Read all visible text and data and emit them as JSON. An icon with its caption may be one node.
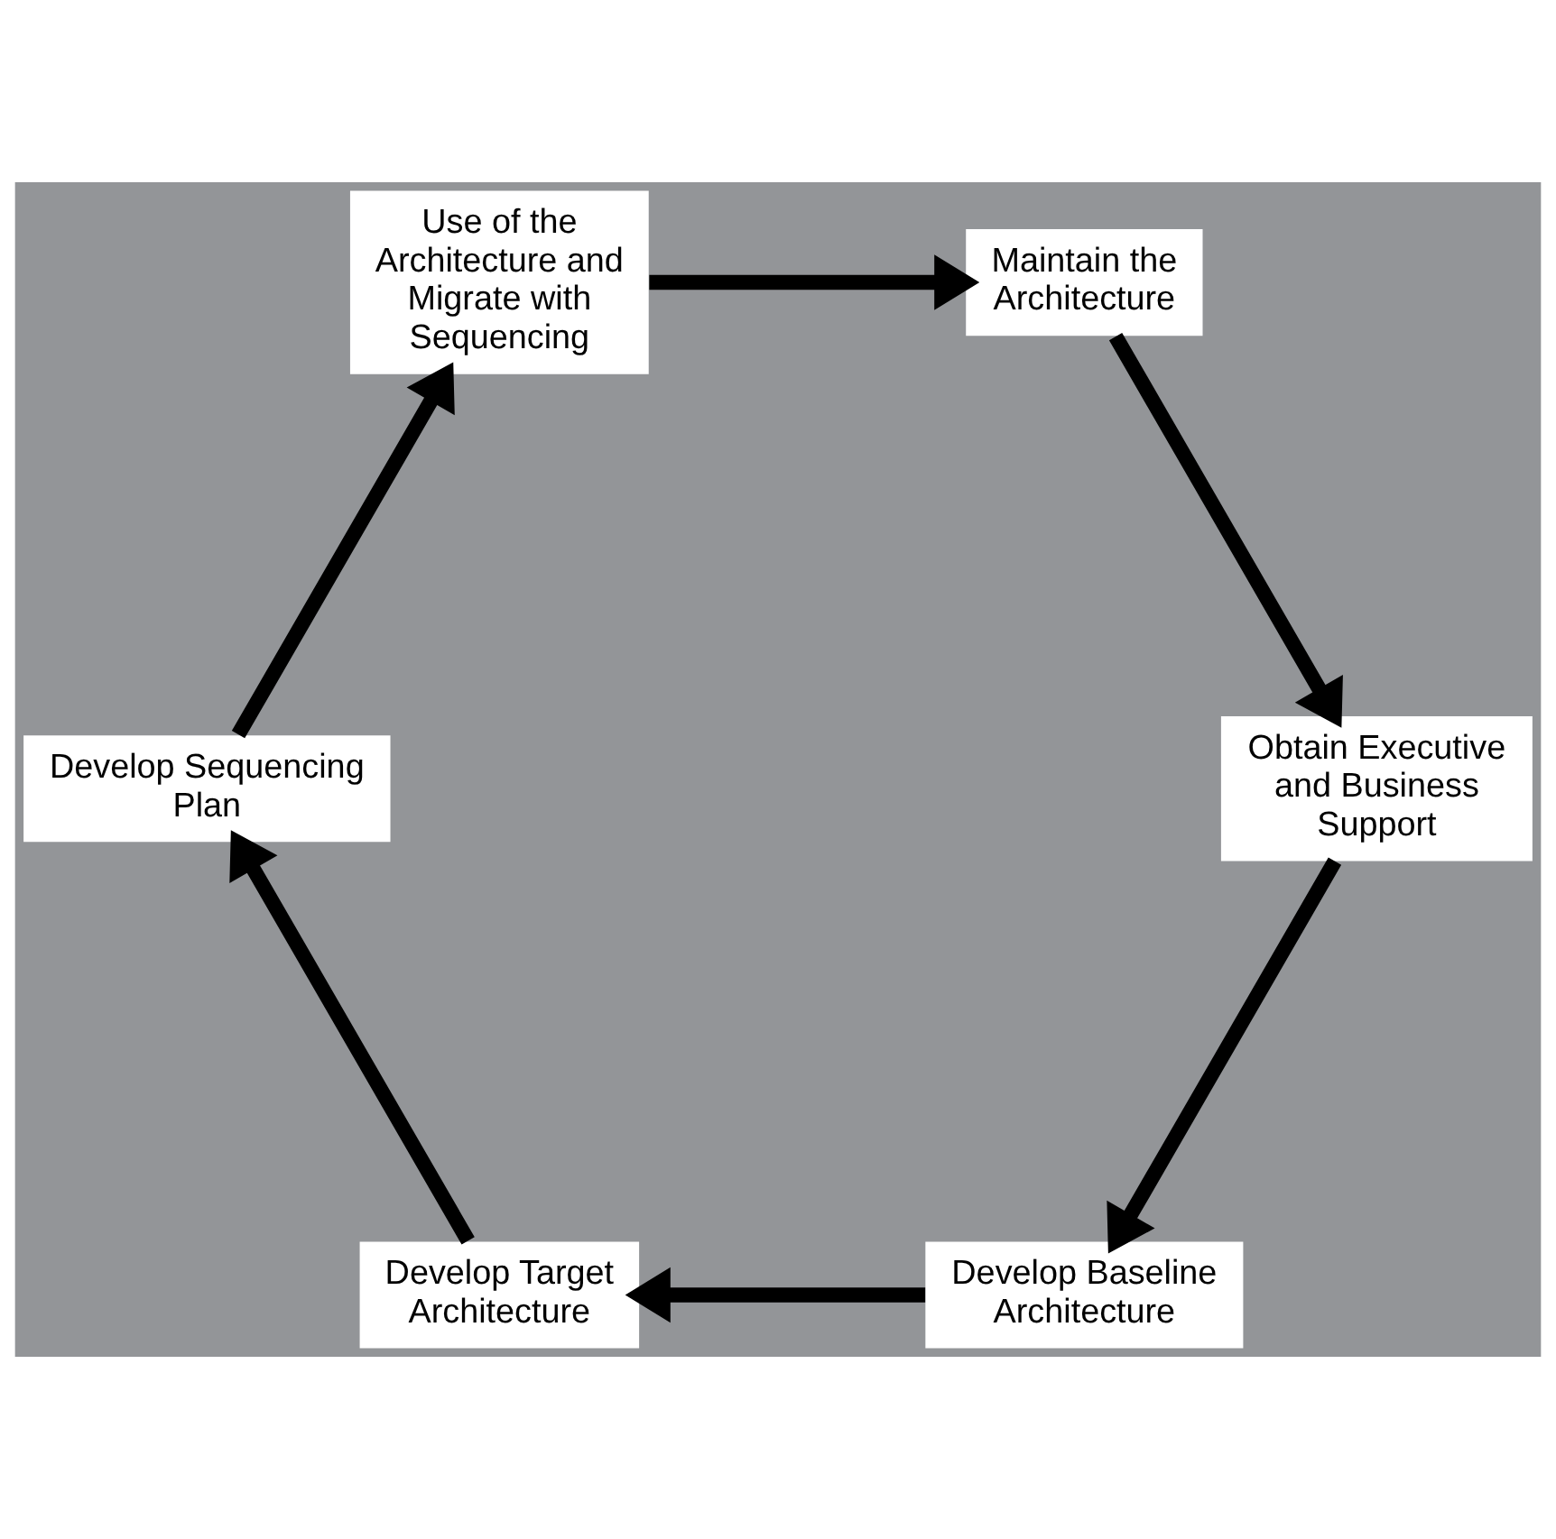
{
  "diagram": {
    "nodes": [
      {
        "text": [
          "Develop Baseline Architecture"
        ]
      },
      {
        "text": [
          "Obtain Executive and Business Support"
        ]
      },
      {
        "text": [
          "Develop Target Architecture"
        ]
      },
      {
        "text": [
          "Maintain the Architecture"
        ]
      },
      {
        "text": [
          "Develop Sequencing Plan"
        ]
      },
      {
        "text": [
          "Use of the Architecture and Migrate with Sequencing"
        ]
      }
    ],
    "edges": [
      {
        "from": 1,
        "to": 0,
        "arrow": "to"
      },
      {
        "from": 0,
        "to": 2,
        "arrow": "to"
      },
      {
        "from": 2,
        "to": 4,
        "arrow": "to"
      },
      {
        "from": 4,
        "to": 5,
        "arrow": "to"
      },
      {
        "from": 5,
        "to": 3,
        "arrow": "to"
      },
      {
        "from": 3,
        "to": 1,
        "arrow": "to"
      }
    ]
  }
}
